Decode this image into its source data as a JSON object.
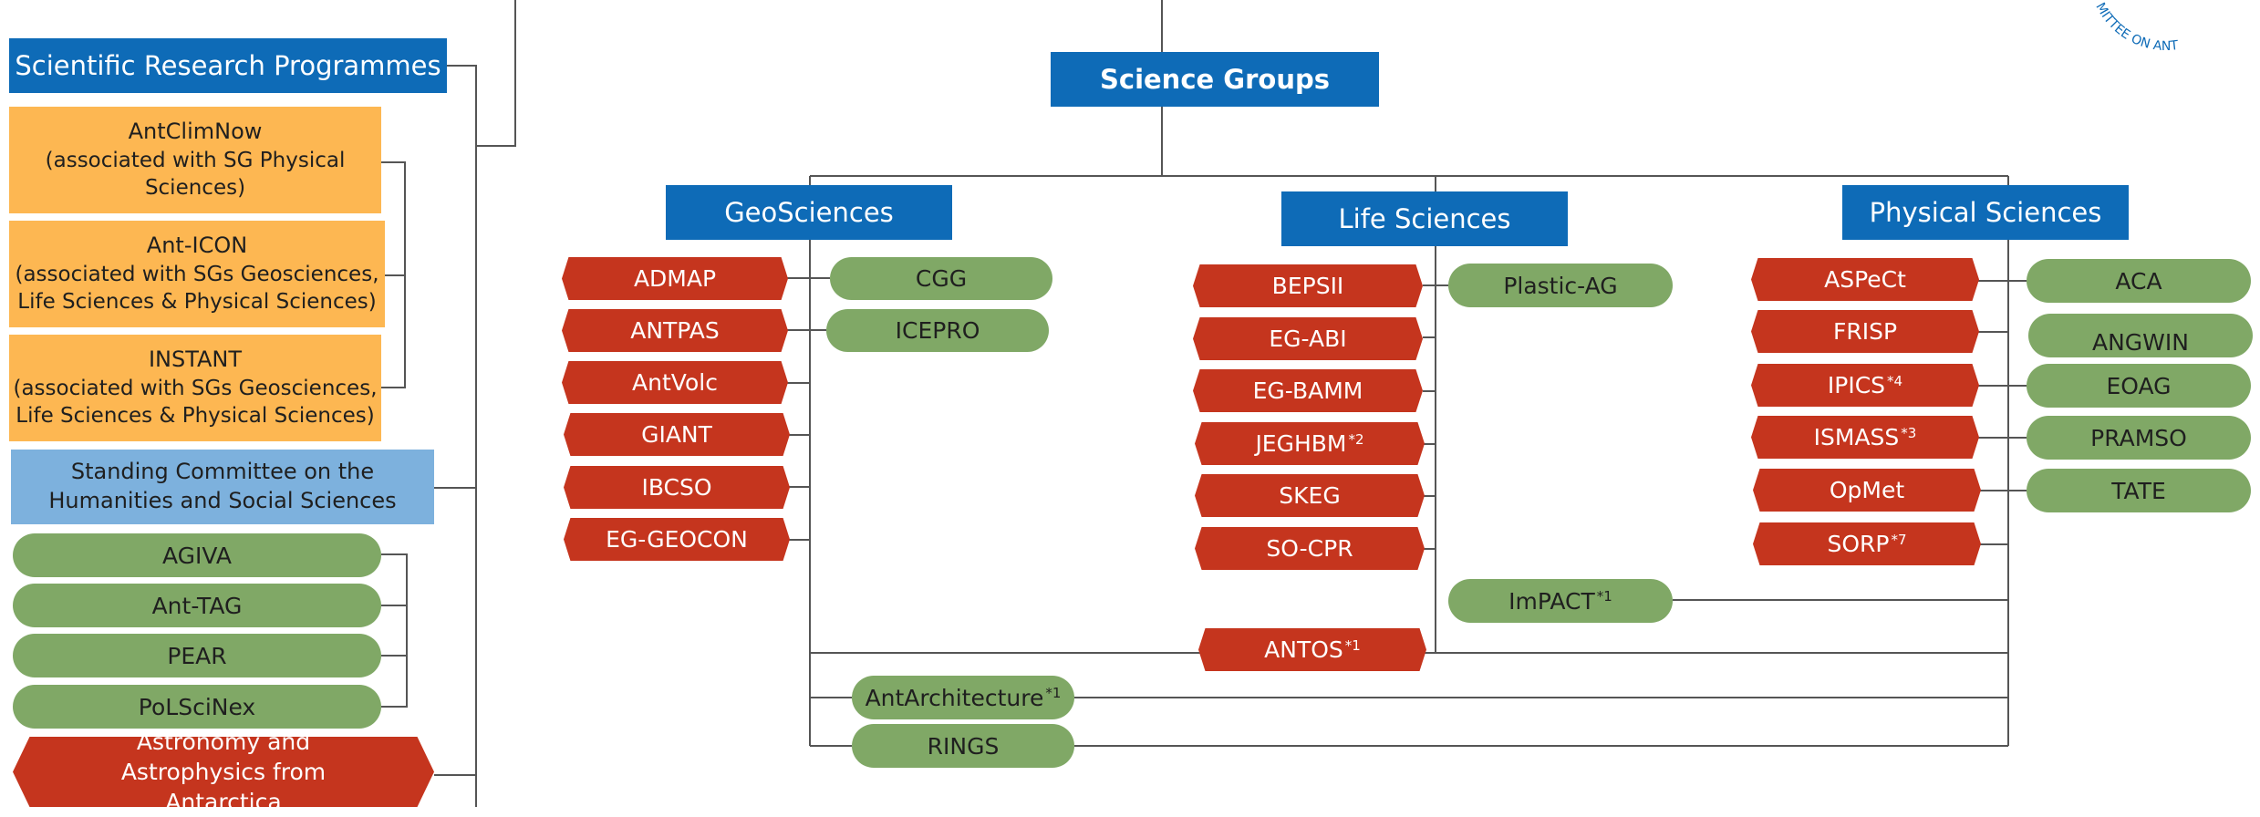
{
  "colors": {
    "blue": "#0e6bb7",
    "orange": "#fdb752",
    "light_blue": "#7db1dd",
    "green": "#80a866",
    "red": "#c5351e",
    "line": "#555555"
  },
  "logo": {
    "name": "scar-logo",
    "text": "MITTEE ON ANT"
  },
  "left": {
    "srp_title": "Scientific Research Programmes",
    "srp": [
      {
        "name": "AntClimNow",
        "note": "(associated with SG Physical Sciences)"
      },
      {
        "name": "Ant-ICON",
        "note": "(associated with SGs Geosciences, Life Sciences & Physical Sciences)"
      },
      {
        "name": "INSTANT",
        "note": "(associated with SGs Geosciences, Life Sciences & Physical Sciences)"
      }
    ],
    "standing_committee": "Standing Committee on the Humanities and Social Sciences",
    "sc_groups": [
      "AGIVA",
      "Ant-TAG",
      "PEAR",
      "PoLSciNex"
    ],
    "astronomy": "Astronomy and Astrophysics from Antarctica"
  },
  "science_groups": {
    "title": "Science Groups",
    "geo": {
      "title": "GeoSciences",
      "red": [
        "ADMAP",
        "ANTPAS",
        "AntVolc",
        "GIANT",
        "IBCSO",
        "EG-GEOCON"
      ],
      "green": [
        "CGG",
        "ICEPRO"
      ]
    },
    "life": {
      "title": "Life Sciences",
      "red": [
        "BEPSII",
        "EG-ABI",
        "EG-BAMM",
        "JEGHBM",
        "SKEG",
        "SO-CPR"
      ],
      "red_sup": [
        "",
        "",
        "",
        "*2",
        "",
        ""
      ],
      "green": [
        "Plastic-AG"
      ]
    },
    "phys": {
      "title": "Physical Sciences",
      "red": [
        "ASPeCt",
        "FRISP",
        "IPICS",
        "ISMASS",
        "OpMet",
        "SORP"
      ],
      "red_sup": [
        "",
        "",
        "*4",
        "*3",
        "",
        "*7"
      ],
      "green": [
        "ACA",
        "ANGWIN",
        "EOAG",
        "PRAMSO",
        "TATE"
      ]
    },
    "cross": {
      "impact": "ImPACT",
      "impact_sup": "*1",
      "antos": "ANTOS",
      "antos_sup": "*1",
      "antarch": "AntArchitecture",
      "antarch_sup": "*1",
      "rings": "RINGS"
    }
  }
}
